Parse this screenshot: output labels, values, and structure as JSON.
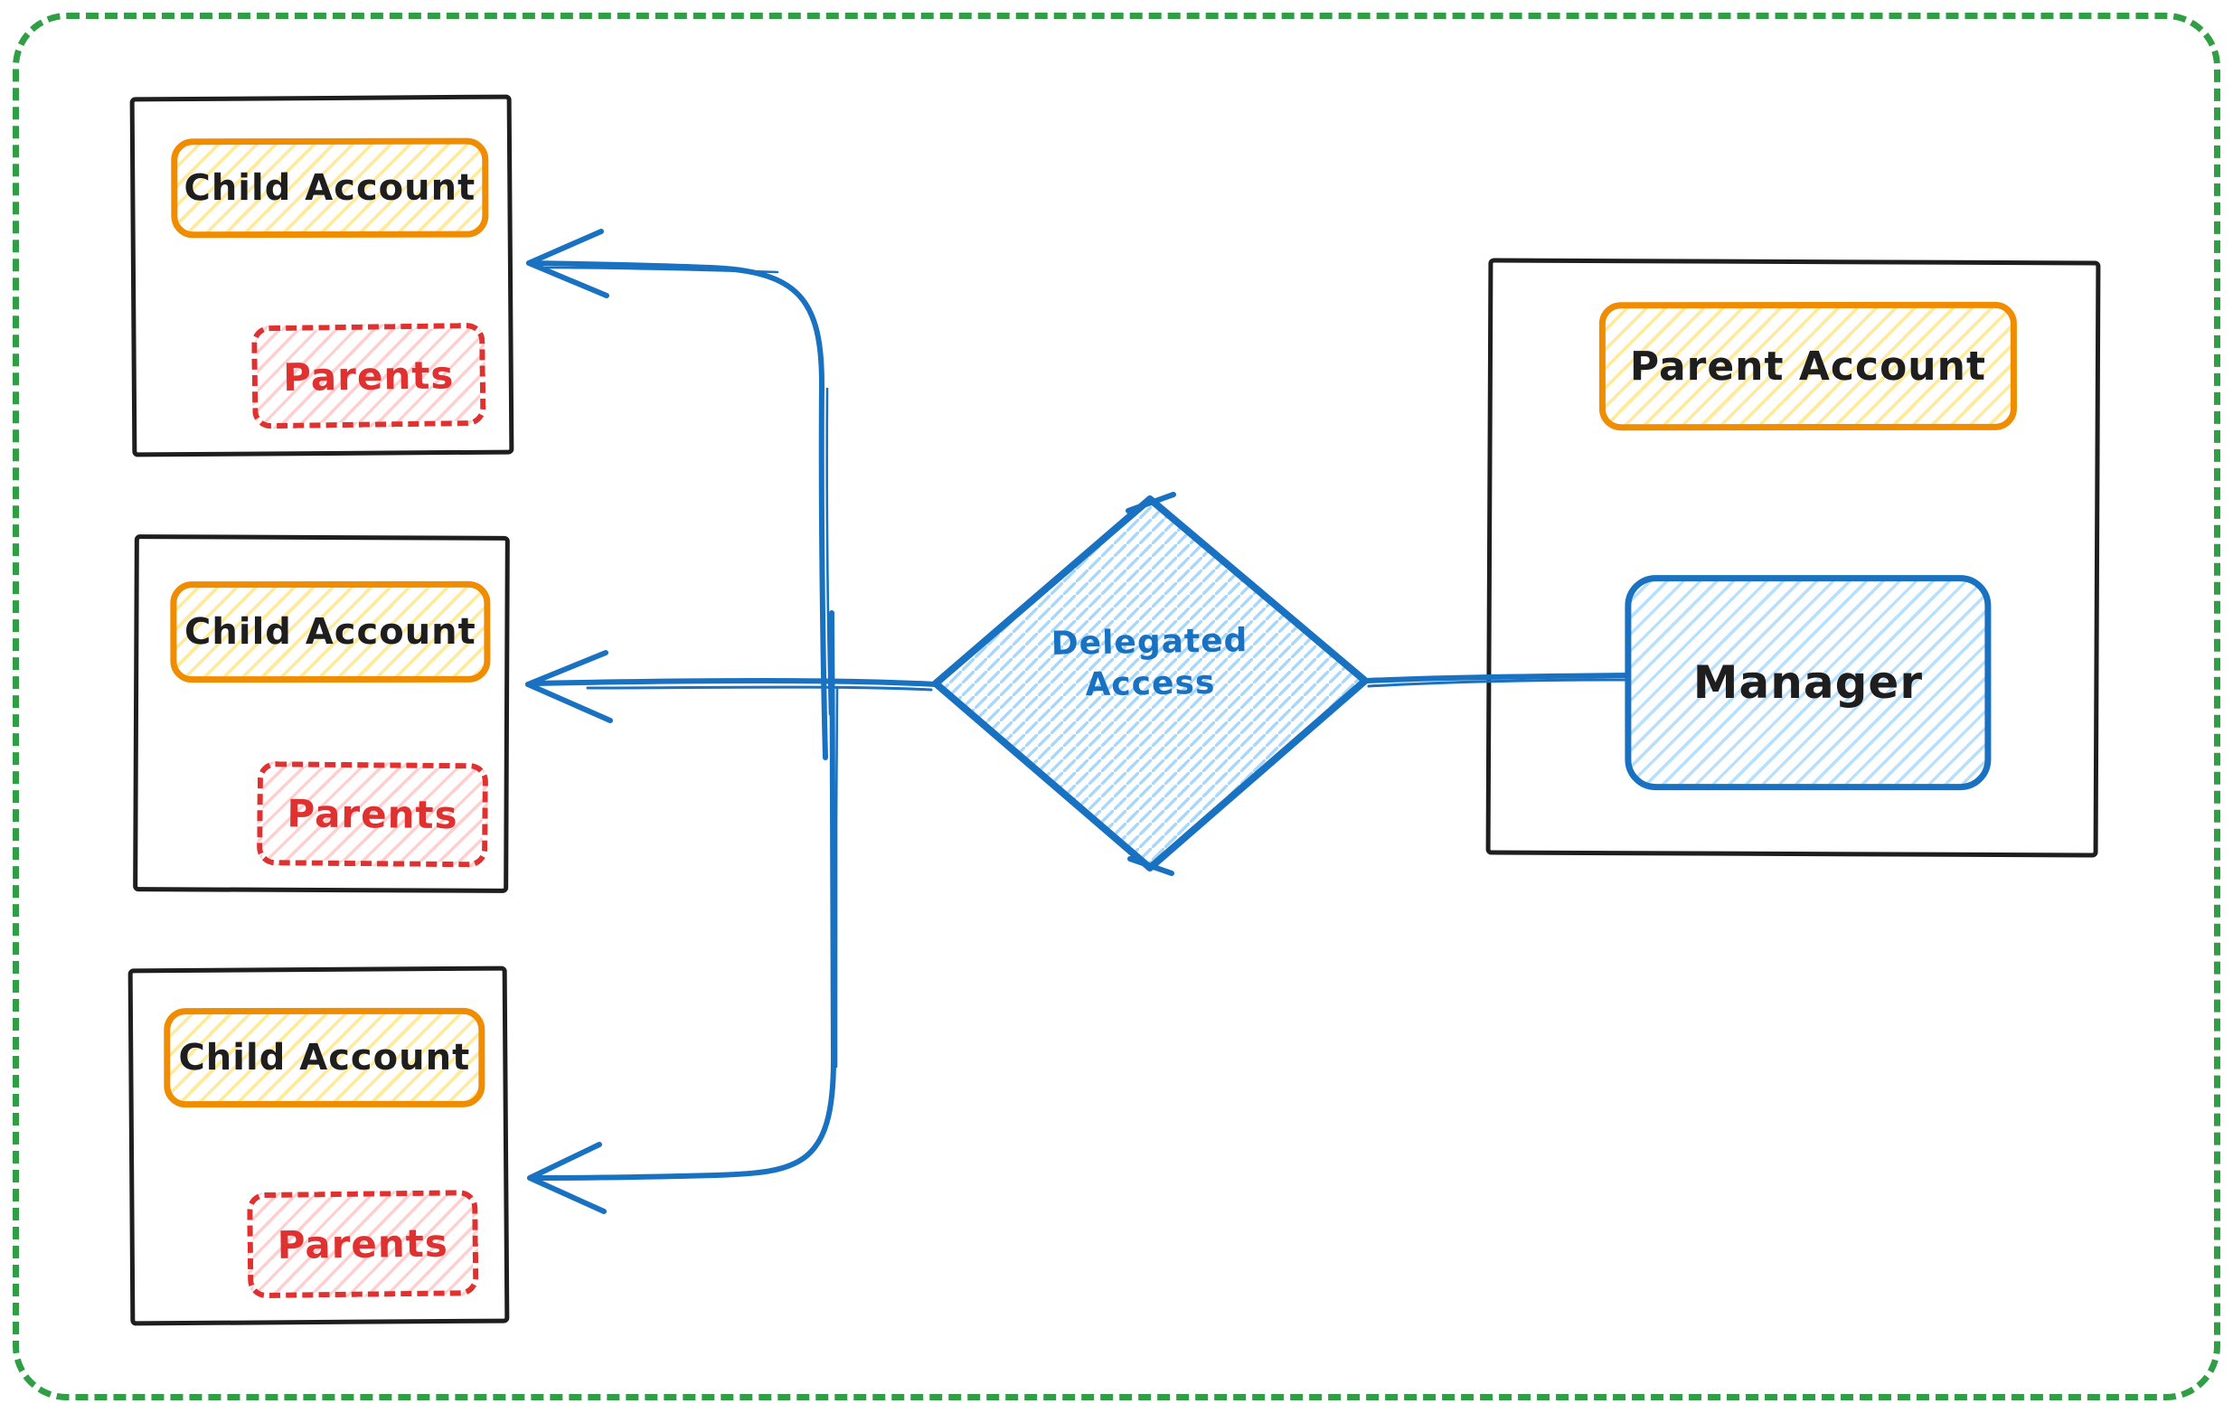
{
  "canvas": {
    "background": "#ffffff",
    "frame_border_color": "#2f9e44",
    "frame_style": "dashed-rounded"
  },
  "child_boxes": [
    {
      "title": "Child Account",
      "subgroup": "Parents"
    },
    {
      "title": "Child Account",
      "subgroup": "Parents"
    },
    {
      "title": "Child Account",
      "subgroup": "Parents"
    }
  ],
  "decision": {
    "line1": "Delegated",
    "line2": "Access",
    "shape": "diamond"
  },
  "parent_box": {
    "title": "Parent Account",
    "role": "Manager"
  },
  "colors": {
    "sketch_black": "#1e1e1e",
    "orange_stroke": "#f08c00",
    "yellow_hatch": "#ffd43b",
    "red_stroke": "#e03131",
    "pink_hatch": "#ffa8a8",
    "blue_stroke": "#1971c2",
    "light_blue_hatch": "#a5d8ff",
    "green_frame": "#2f9e44"
  }
}
